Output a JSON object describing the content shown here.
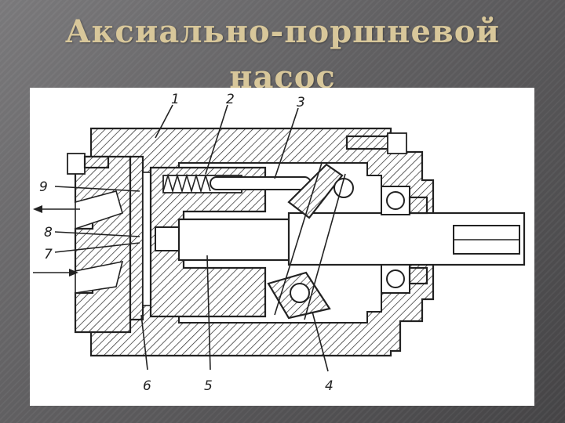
{
  "slide": {
    "title": "Аксиально-поршневой насос"
  },
  "diagram": {
    "labels": {
      "l1": "1",
      "l2": "2",
      "l3": "3",
      "l4": "4",
      "l5": "5",
      "l6": "6",
      "l7": "7",
      "l8": "8",
      "l9": "9"
    }
  }
}
